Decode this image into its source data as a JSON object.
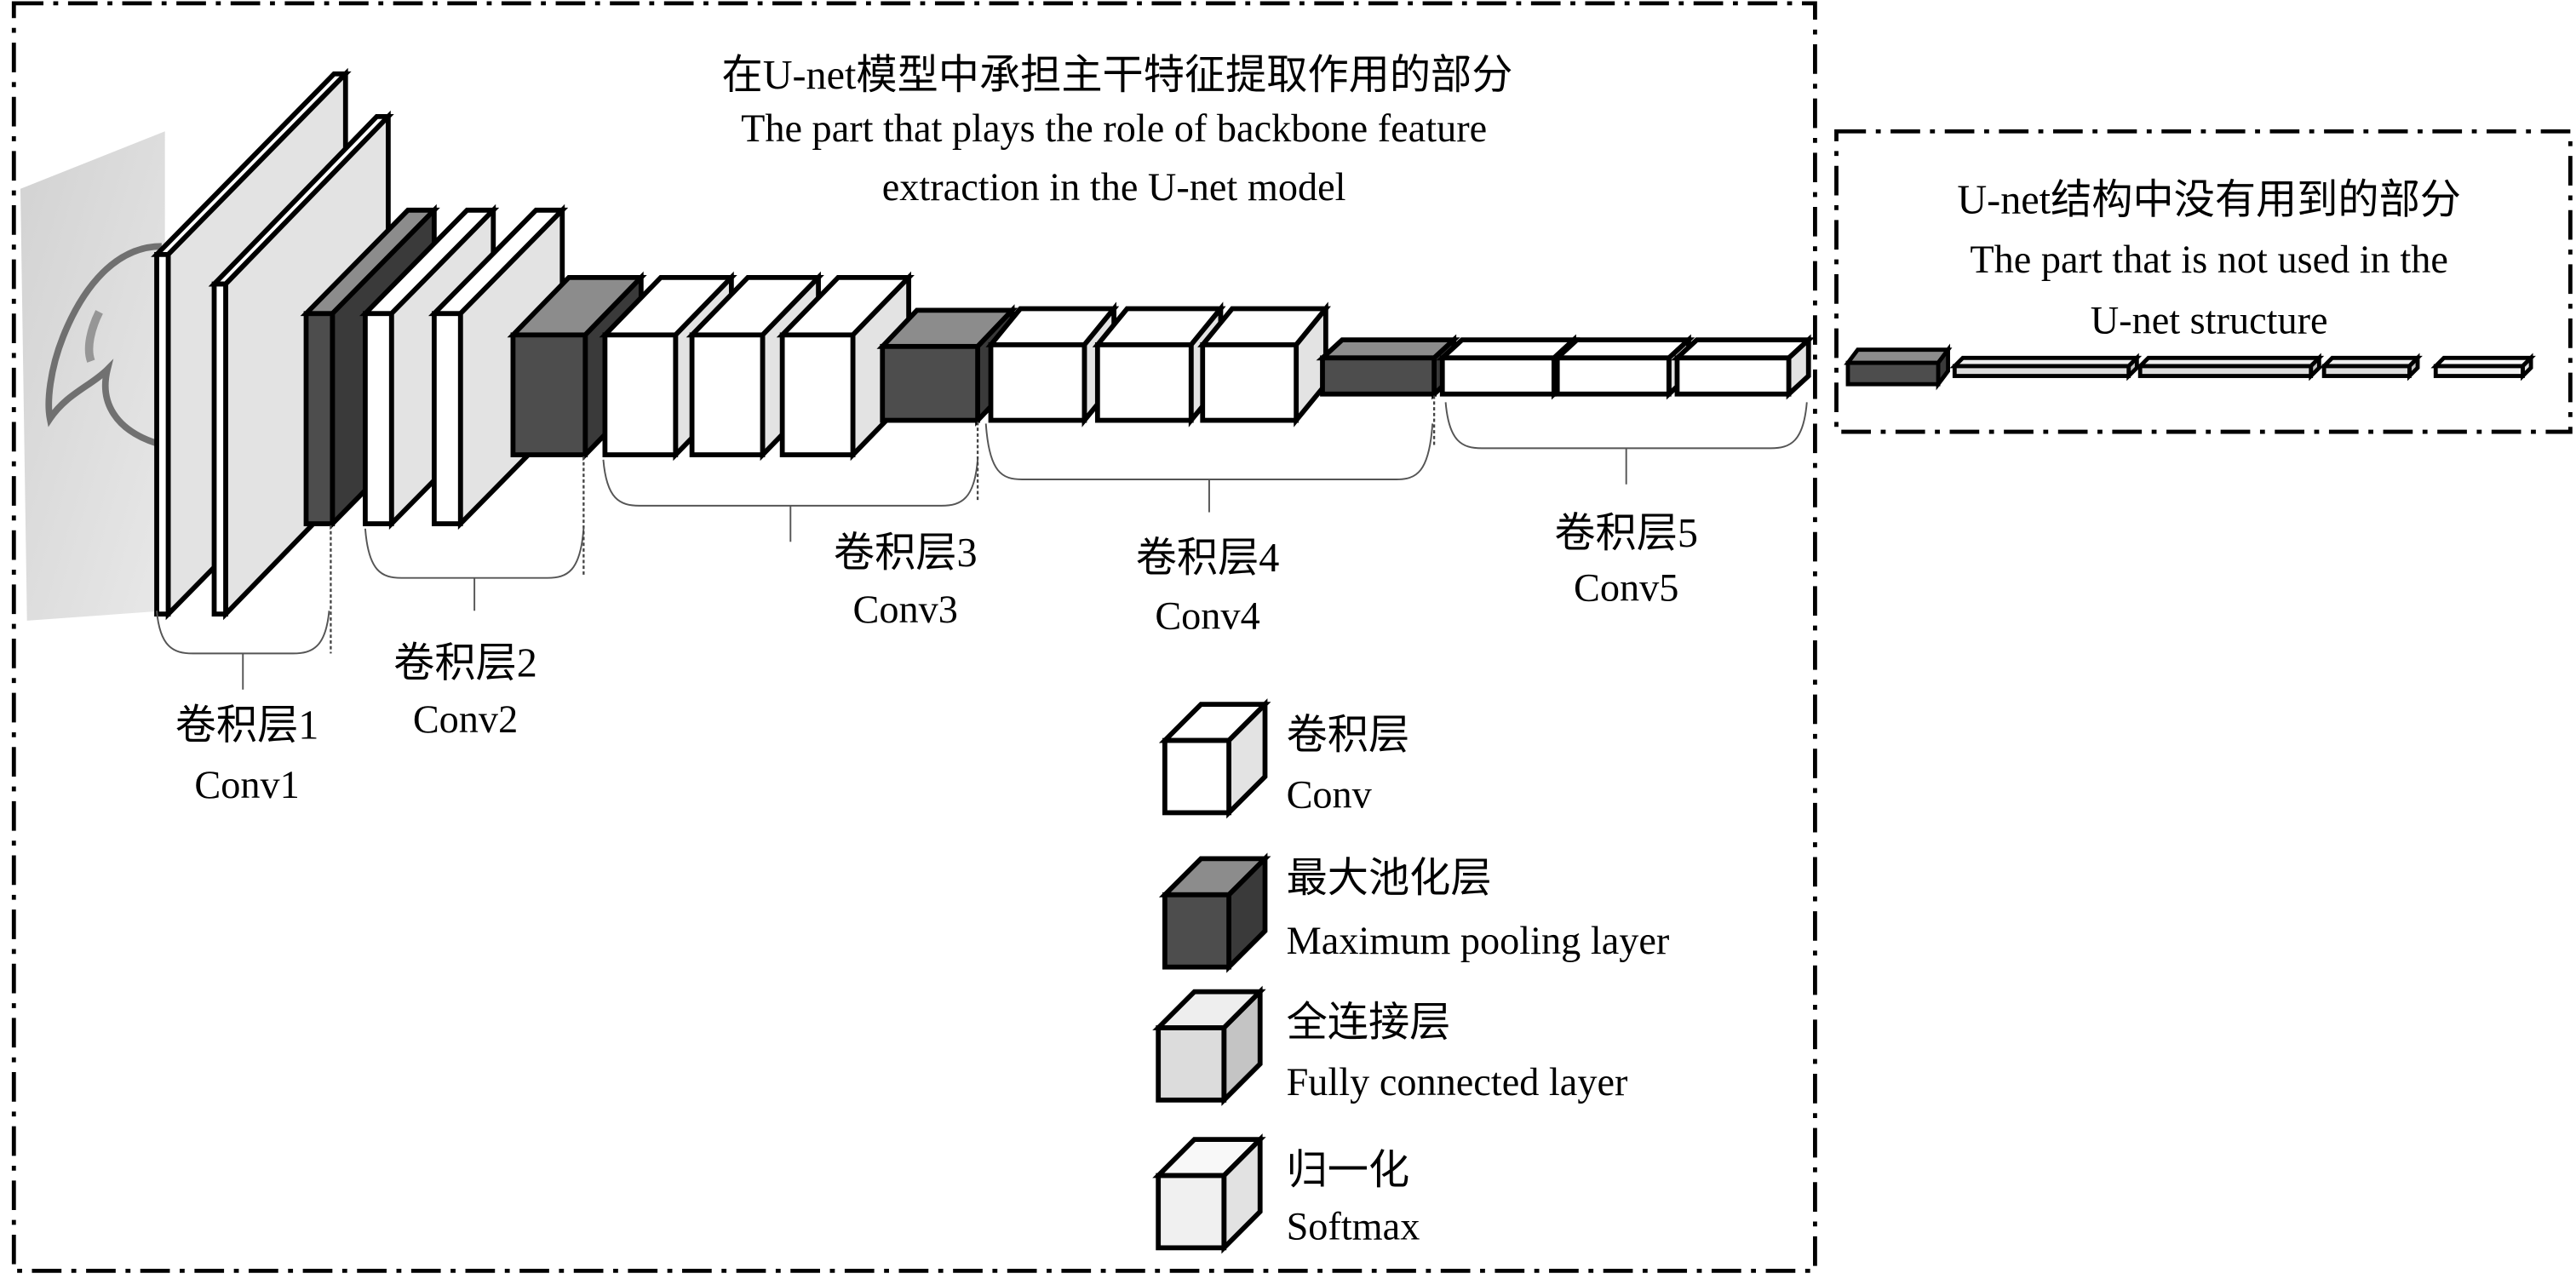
{
  "backbone_title": {
    "zh": "在U-net模型中承担主干特征提取作用的部分",
    "en_line1": "The part that plays the role of backbone feature",
    "en_line2": "extraction in the U-net model"
  },
  "unused_title": {
    "zh": "U-net结构中没有用到的部分",
    "en_line1": "The part that is not used in the",
    "en_line2": "U-net structure"
  },
  "stages": [
    {
      "zh": "卷积层1",
      "en": "Conv1"
    },
    {
      "zh": "卷积层2",
      "en": "Conv2"
    },
    {
      "zh": "卷积层3",
      "en": "Conv3"
    },
    {
      "zh": "卷积层4",
      "en": "Conv4"
    },
    {
      "zh": "卷积层5",
      "en": "Conv5"
    }
  ],
  "legend": [
    {
      "zh": "卷积层",
      "en": "Conv"
    },
    {
      "zh": "最大池化层",
      "en": "Maximum pooling layer"
    },
    {
      "zh": "全连接层",
      "en": "Fully connected layer"
    },
    {
      "zh": "归一化",
      "en": "Softmax"
    }
  ],
  "colors": {
    "conv_front": "#ffffff",
    "conv_top": "#ffffff",
    "conv_side": "#e3e3e3",
    "pool_front": "#4d4d4d",
    "pool_top": "#8c8c8c",
    "pool_side": "#3a3a3a",
    "fc_front": "#dcdcdc",
    "fc_top": "#eeeeee",
    "fc_side": "#c4c4c4",
    "softmax_front": "#f0f0f0",
    "softmax_top": "#f8f8f8",
    "softmax_side": "#e2e2e2",
    "stroke": "#000000"
  }
}
